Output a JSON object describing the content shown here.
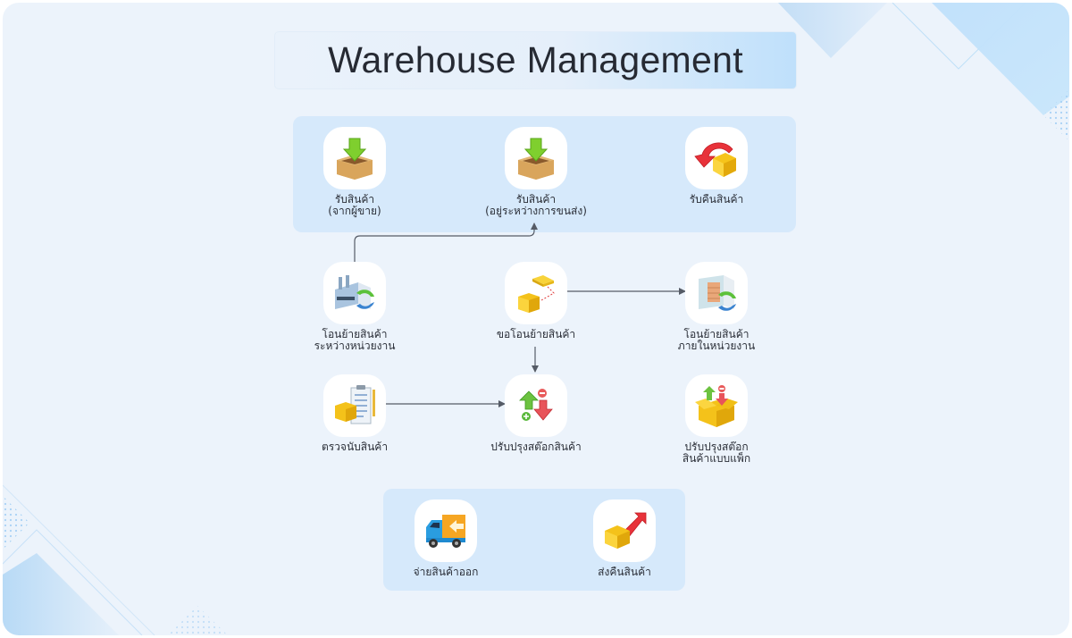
{
  "header": {
    "title": "Warehouse Management"
  },
  "colors": {
    "background": "#ecf3fb",
    "panel": "#d6e9fb",
    "tile": "#ffffff",
    "connector": "#555b66",
    "text": "#2b2f38"
  },
  "groups": {
    "receiving": {
      "items": [
        {
          "id": "receive-from-vendor",
          "label": "รับสินค้า\n(จากผู้ขาย)",
          "icon": "box-download-icon"
        },
        {
          "id": "receive-in-transit",
          "label": "รับสินค้า\n(อยู่ระหว่างการขนส่ง)",
          "icon": "box-download-icon"
        },
        {
          "id": "receive-return",
          "label": "รับคืนสินค้า",
          "icon": "box-return-icon"
        }
      ]
    },
    "operations": {
      "items": [
        {
          "id": "transfer-between-units",
          "label": "โอนย้ายสินค้า\nระหว่างหน่วยงาน",
          "icon": "factory-sync-icon"
        },
        {
          "id": "transfer-request",
          "label": "ขอโอนย้ายสินค้า",
          "icon": "pallet-move-icon"
        },
        {
          "id": "transfer-within-unit",
          "label": "โอนย้ายสินค้า\nภายในหน่วยงาน",
          "icon": "warehouse-sync-icon"
        },
        {
          "id": "stock-count",
          "label": "ตรวจนับสินค้า",
          "icon": "clipboard-box-icon"
        },
        {
          "id": "stock-adjust",
          "label": "ปรับปรุงสต๊อกสินค้า",
          "icon": "stock-adjust-icon"
        },
        {
          "id": "stock-adjust-pack",
          "label": "ปรับปรุงสต๊อก\nสินค้าแบบแพ็ก",
          "icon": "box-adjust-icon"
        }
      ]
    },
    "outbound": {
      "items": [
        {
          "id": "issue-goods",
          "label": "จ่ายสินค้าออก",
          "icon": "delivery-truck-icon"
        },
        {
          "id": "return-to-vendor",
          "label": "ส่งคืนสินค้า",
          "icon": "box-send-icon"
        }
      ]
    }
  },
  "connectors": [
    {
      "from": "transfer-between-units",
      "to": "receive-in-transit"
    },
    {
      "from": "transfer-request",
      "to": "transfer-within-unit"
    },
    {
      "from": "transfer-request",
      "to": "stock-adjust"
    },
    {
      "from": "stock-count",
      "to": "stock-adjust"
    }
  ]
}
